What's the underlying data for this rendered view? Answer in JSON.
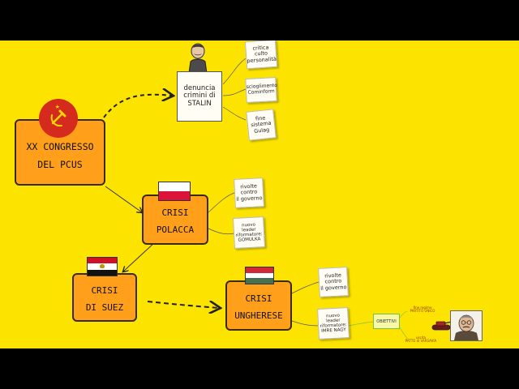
{
  "nodes": {
    "congress": {
      "line1": "XX CONGRESSO",
      "line2": "DEL PCUS"
    },
    "stalin_note": {
      "line1": "denuncia",
      "line2": "crimini di",
      "line3": "STALIN"
    },
    "cult": {
      "line1": "critica",
      "line2": "culto",
      "line3": "personalità"
    },
    "cominform": {
      "line1": "scioglimento",
      "line2": "Cominform"
    },
    "gulag": {
      "line1": "fine",
      "line2": "sistema",
      "line3": "Gulag"
    },
    "poland": {
      "line1": "CRISI",
      "line2": "POLACCA"
    },
    "revolts_pl": {
      "line1": "rivolte",
      "line2": "contro",
      "line3": "il governo"
    },
    "gomulka": {
      "line1": "nuovo",
      "line2": "leader",
      "line3": "riformatore:",
      "line4": "GOMULKA"
    },
    "suez": {
      "line1": "CRISI",
      "line2": "DI SUEZ"
    },
    "hungary": {
      "line1": "CRISI",
      "line2": "UNGHERESE"
    },
    "revolts_hu": {
      "line1": "rivolte",
      "line2": "contro",
      "line3": "il governo"
    },
    "nagy": {
      "line1": "nuovo",
      "line2": "leader",
      "line3": "riformatore:",
      "line4": "IMRE NAGY"
    },
    "objectives": {
      "label": "OBIETTIVI"
    },
    "obj_1": {
      "line1": "fine regime",
      "line2": "PARTITO UNICO"
    },
    "obj_2": {
      "line1": "uscita",
      "line2": "PATTO di VARSAVIA"
    }
  },
  "icons": [
    "hammer-sickle-icon",
    "stalin-portrait-icon",
    "tank-icon",
    "nagy-portrait-icon"
  ],
  "colors": {
    "background": "#fde400",
    "box_fill": "#ff9f1a",
    "soviet_red": "#d52b1e",
    "objectives_fill": "#f6f7a8"
  }
}
